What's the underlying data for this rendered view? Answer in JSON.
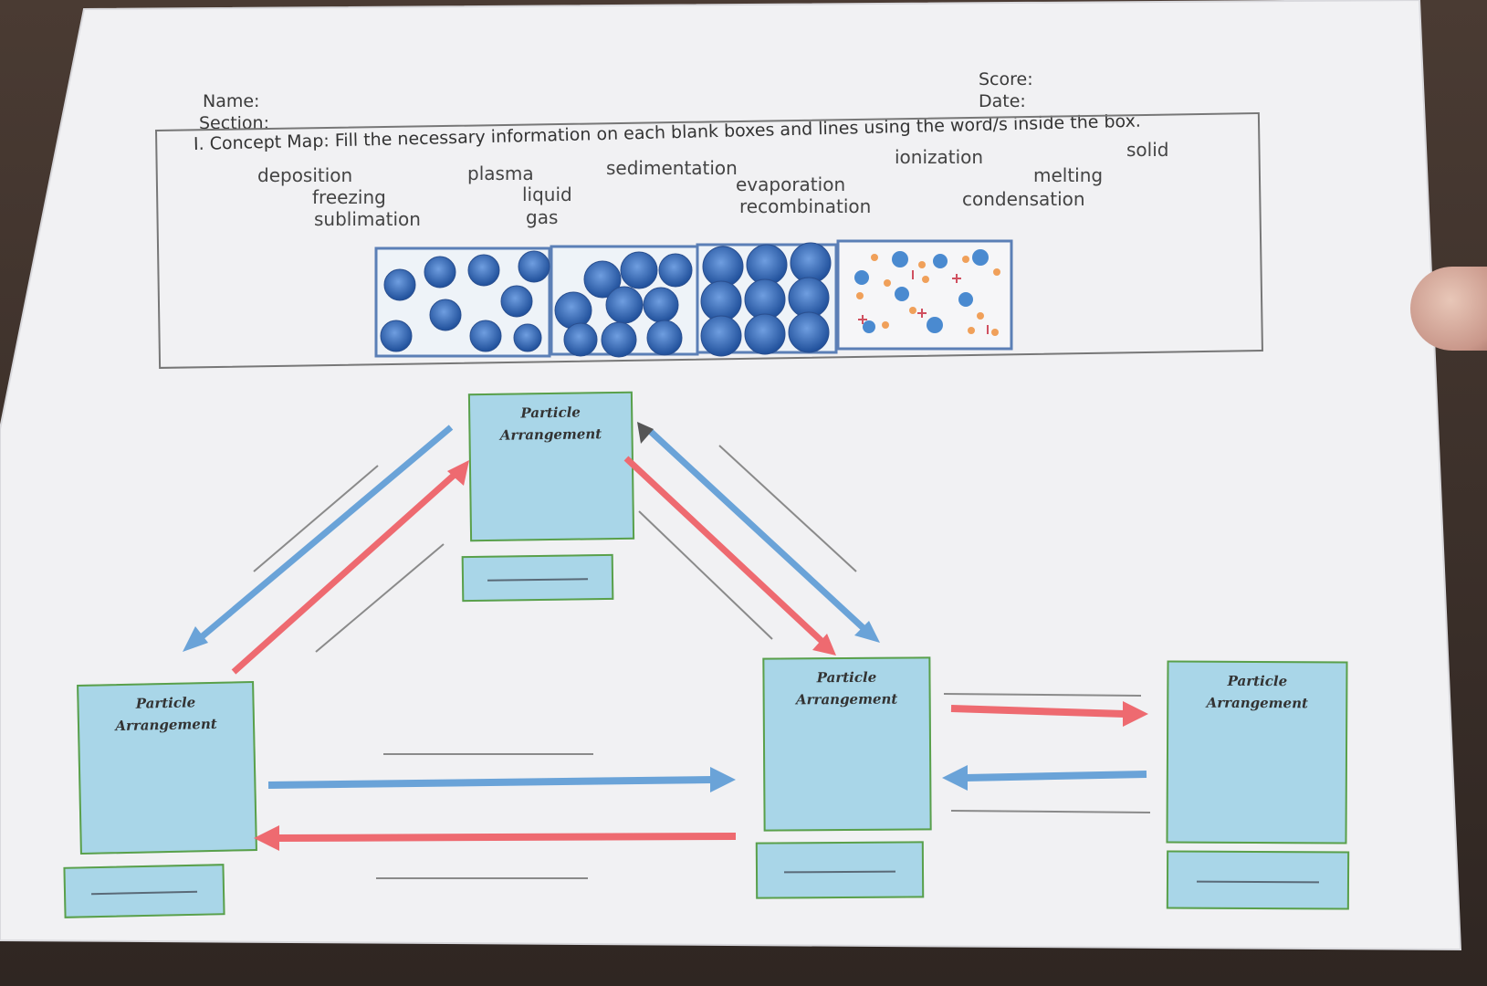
{
  "header": {
    "name_label": "Name:",
    "section_label": "Section:",
    "score_label": "Score:",
    "date_label": "Date:"
  },
  "instruction": "I. Concept Map: Fill the necessary information on each blank boxes and lines using the word/s inside the box.",
  "word_bank": {
    "deposition": "deposition",
    "freezing": "freezing",
    "sublimation": "sublimation",
    "plasma": "plasma",
    "liquid": "liquid",
    "gas": "gas",
    "sedimentation": "sedimentation",
    "evaporation": "evaporation",
    "recombination": "recombination",
    "ionization": "ionization",
    "melting": "melting",
    "condensation": "condensation",
    "solid": "solid"
  },
  "concept_boxes": {
    "top": "Particle Arrangement",
    "left": "Particle Arrangement",
    "middle": "Particle Arrangement",
    "right": "Particle Arrangement"
  },
  "colors": {
    "arrow_blue": "#6aa3d8",
    "arrow_red": "#ee6a70",
    "box_fill": "#a9d6e8",
    "box_border": "#5aa04a",
    "particle": "#3d6fb8"
  }
}
